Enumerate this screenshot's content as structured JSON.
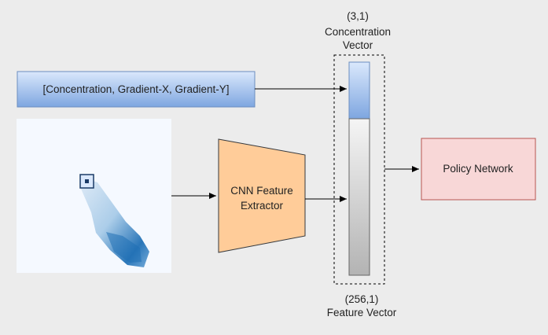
{
  "labels": {
    "concentration_vector_dims": "(3,1)",
    "concentration_vector_name_line1": "Concentration",
    "concentration_vector_name_line2": "Vector",
    "feature_vector_dims": "(256,1)",
    "feature_vector_name": "Feature Vector"
  },
  "input_box": {
    "text": "[Concentration, Gradient-X, Gradient-Y]"
  },
  "cnn": {
    "line1": "CNN Feature",
    "line2": "Extractor"
  },
  "policy_network": {
    "text": "Policy Network"
  },
  "colors": {
    "input_box_fill": "#dae8fc",
    "input_box_stroke": "#6c8ebf",
    "cnn_fill": "#ffcc99",
    "cnn_stroke": "#36393d",
    "policy_fill": "#f8d7d7",
    "policy_stroke": "#b85450",
    "plume_dark": "#1f6fb5",
    "plume_light": "#c6ddf0",
    "map_background": "#f5f9ff"
  }
}
